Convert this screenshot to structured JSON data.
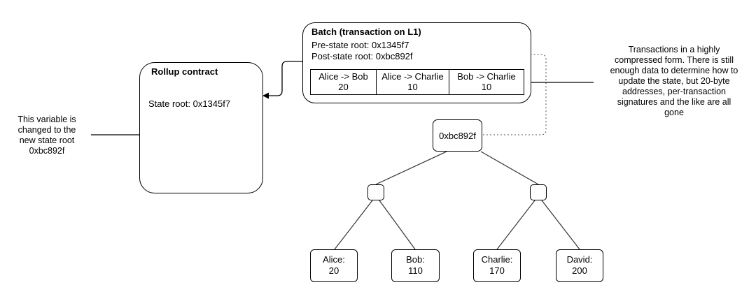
{
  "rollup_contract": {
    "title": "Rollup contract",
    "state_root_label": "State root: 0x1345f7"
  },
  "batch": {
    "title": "Batch (transaction on L1)",
    "pre_state_root": "Pre-state root: 0x1345f7",
    "post_state_root": "Post-state root: 0xbc892f",
    "transactions": [
      {
        "route": "Alice -> Bob",
        "amount": "20"
      },
      {
        "route": "Alice -> Charlie",
        "amount": "10"
      },
      {
        "route": "Bob -> Charlie",
        "amount": "10"
      }
    ]
  },
  "left_note": [
    "This variable is",
    "changed to the",
    "new state root",
    "0xbc892f"
  ],
  "right_note": [
    "Transactions in a highly",
    "compressed form. There is still",
    "enough data to determine how to",
    "update the state, but 20-byte",
    "addresses, per-transaction",
    "signatures and the like are all",
    "gone"
  ],
  "tree": {
    "root_label": "0xbc892f",
    "leaves": [
      {
        "name": "Alice:",
        "value": "20"
      },
      {
        "name": "Bob:",
        "value": "110"
      },
      {
        "name": "Charlie:",
        "value": "170"
      },
      {
        "name": "David:",
        "value": "200"
      }
    ]
  }
}
